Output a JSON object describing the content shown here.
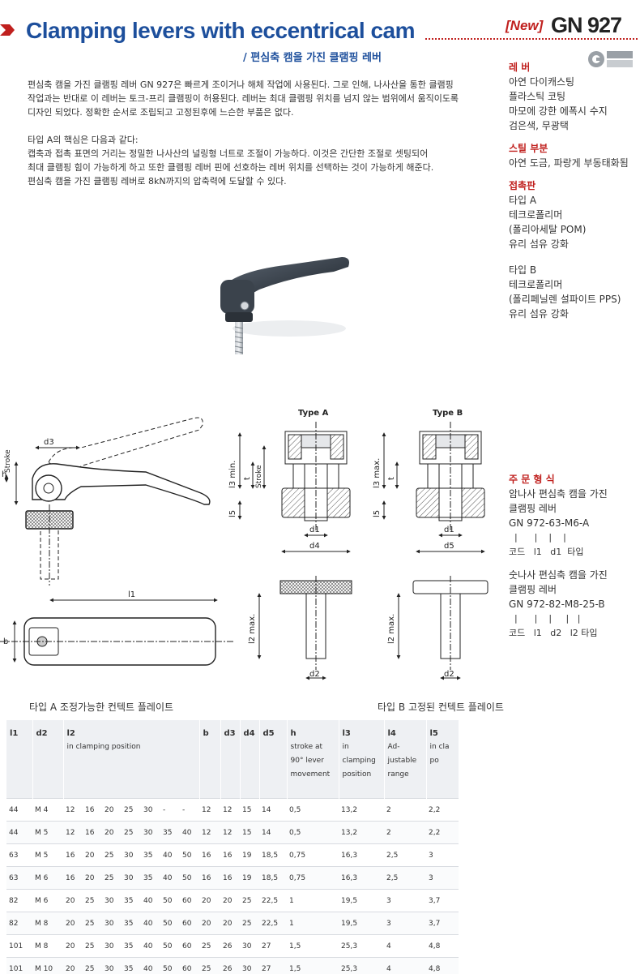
{
  "header": {
    "title": "Clamping levers with eccentrical cam",
    "new_tag": "[New]",
    "code": "GN 927",
    "subtitle": "/ 편심축 캠을 가진 클램핑 레버"
  },
  "intro": {
    "p1": [
      "편심축 캠을 가진 클램핑 레버 GN 927은 빠르게 조이거나 해체 작업에 사용된다. 그로 인해, 나사산을 통한 클램핑",
      "작업과는 반대로 이 레버는 토크-프리 클램핑이 허용된다. 레버는 최대 클램핑 위치를 넘지 않는 범위에서 움직이도록",
      "디자인 되었다. 정확한 순서로 조립되고 고정된후에 느슨한 부품은 없다."
    ],
    "p2": [
      "타입 A의 핵심은 다음과 같다:",
      "캡축과 접촉 표면의 거리는 정밀한 나사산의 널링형 너트로 조절이 가능하다. 이것은 간단한 조절로 셋팅되어",
      "최대 클램핑 힘이 가능하게 하고 또한 클램핑 레버 핀에 선호하는 레버 위치를 선택하는 것이 가능하게 해준다.",
      "편심축 캠을 가진 클램핑 레버로 8kN까지의 압축력에 도달할 수 있다."
    ]
  },
  "materials": {
    "lever_h": "레 버",
    "lever": [
      "아연 다이캐스팅",
      "플라스틱 코팅",
      "마모에 강한 에폭시 수지",
      "검은색, 무광택"
    ],
    "steel_h": "스틸 부분",
    "steel": [
      "아연 도금, 파랑게 부동태화됨"
    ],
    "contact_h": "접촉판",
    "contact_a": [
      "타입 A",
      "테크로폴리머",
      "(폴리아세탈 POM)",
      "유리 섬유 강화"
    ],
    "contact_b": [
      "타입 B",
      "테크로폴리머",
      "(폴리페닐렌 설파이트 PPS)",
      "유리 섬유 강화"
    ]
  },
  "drawing": {
    "typeA_label": "Type A",
    "typeB_label": "Type B",
    "d3": "d3",
    "h": "h",
    "stroke": "Stroke",
    "b": "b",
    "l1": "l1",
    "l3min": "l3 min.",
    "l3max": "l3 max.",
    "t": "t",
    "l5": "l5",
    "d1": "d1",
    "d4": "d4",
    "d5": "d5",
    "d2": "d2",
    "l2max": "l2 max."
  },
  "ordering": {
    "h": "주 문 형 식",
    "ex1_desc": [
      "암나사 편심축 캠을 가진",
      "클램핑 레버"
    ],
    "ex1_code": "GN 972-63-M6-A",
    "ex1_ticks": "  |      |    |    |",
    "ex1_labels": "코드   l1   d1  타입",
    "ex2_desc": [
      "숫나사 편심축 캠을 가진",
      "클램핑 레버"
    ],
    "ex2_code": "GN 972-82-M8-25-B",
    "ex2_ticks": "  |      |    |     |   |",
    "ex2_labels": "코드   l1   d2   l2 타입"
  },
  "captions": {
    "a": "타입 A  조정가능한 컨텍트 플레이트",
    "b": "타입 B 고정된 컨텍트 플레이트"
  },
  "table": {
    "headers": [
      {
        "sym": "l1",
        "sub": ""
      },
      {
        "sym": "d2",
        "sub": ""
      },
      {
        "sym": "l2",
        "sub": "in clamping position"
      },
      {
        "sym": "b",
        "sub": ""
      },
      {
        "sym": "d3",
        "sub": ""
      },
      {
        "sym": "d4",
        "sub": ""
      },
      {
        "sym": "d5",
        "sub": ""
      },
      {
        "sym": "h",
        "sub": "stroke at 90° lever movement"
      },
      {
        "sym": "l3",
        "sub": "in clamping position"
      },
      {
        "sym": "l4",
        "sub": "Ad-justable range"
      },
      {
        "sym": "l5",
        "sub": "in cla po"
      }
    ],
    "rows": [
      {
        "l1": "44",
        "d2": "M 4",
        "l2": [
          "12",
          "16",
          "20",
          "25",
          "30",
          "-",
          "-"
        ],
        "b": "12",
        "d3": "12",
        "d4": "15",
        "d5": "14",
        "h": "0,5",
        "l3": "13,2",
        "l4": "2",
        "l5": "2,2"
      },
      {
        "l1": "44",
        "d2": "M 5",
        "l2": [
          "12",
          "16",
          "20",
          "25",
          "30",
          "35",
          "40"
        ],
        "b": "12",
        "d3": "12",
        "d4": "15",
        "d5": "14",
        "h": "0,5",
        "l3": "13,2",
        "l4": "2",
        "l5": "2,2"
      },
      {
        "l1": "63",
        "d2": "M 5",
        "l2": [
          "16",
          "20",
          "25",
          "30",
          "35",
          "40",
          "50"
        ],
        "b": "16",
        "d3": "16",
        "d4": "19",
        "d5": "18,5",
        "h": "0,75",
        "l3": "16,3",
        "l4": "2,5",
        "l5": "3"
      },
      {
        "l1": "63",
        "d2": "M 6",
        "l2": [
          "16",
          "20",
          "25",
          "30",
          "35",
          "40",
          "50"
        ],
        "b": "16",
        "d3": "16",
        "d4": "19",
        "d5": "18,5",
        "h": "0,75",
        "l3": "16,3",
        "l4": "2,5",
        "l5": "3"
      },
      {
        "l1": "82",
        "d2": "M 6",
        "l2": [
          "20",
          "25",
          "30",
          "35",
          "40",
          "50",
          "60"
        ],
        "b": "20",
        "d3": "20",
        "d4": "25",
        "d5": "22,5",
        "h": "1",
        "l3": "19,5",
        "l4": "3",
        "l5": "3,7"
      },
      {
        "l1": "82",
        "d2": "M 8",
        "l2": [
          "20",
          "25",
          "30",
          "35",
          "40",
          "50",
          "60"
        ],
        "b": "20",
        "d3": "20",
        "d4": "25",
        "d5": "22,5",
        "h": "1",
        "l3": "19,5",
        "l4": "3",
        "l5": "3,7"
      },
      {
        "l1": "101",
        "d2": "M 8",
        "l2": [
          "20",
          "25",
          "30",
          "35",
          "40",
          "50",
          "60"
        ],
        "b": "25",
        "d3": "26",
        "d4": "30",
        "d5": "27",
        "h": "1,5",
        "l3": "25,3",
        "l4": "4",
        "l5": "4,8"
      },
      {
        "l1": "101",
        "d2": "M 10",
        "l2": [
          "20",
          "25",
          "30",
          "35",
          "40",
          "50",
          "60"
        ],
        "b": "25",
        "d3": "26",
        "d4": "30",
        "d5": "27",
        "h": "1,5",
        "l3": "25,3",
        "l4": "4",
        "l5": "4,8"
      }
    ]
  }
}
